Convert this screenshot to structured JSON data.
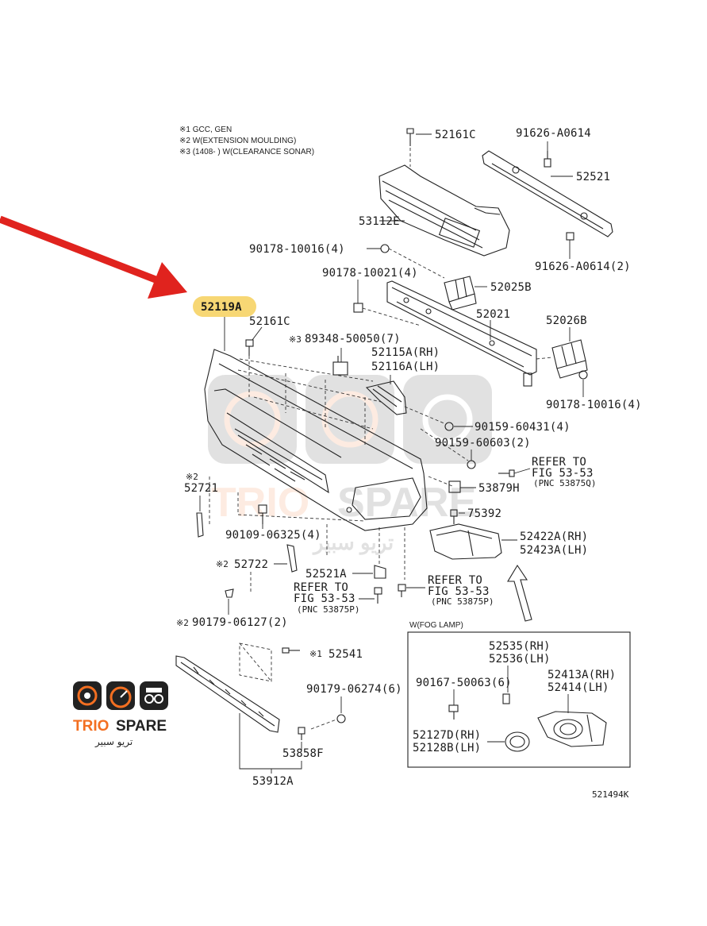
{
  "notes": [
    "※1 GCC, GEN",
    "※2 W(EXTENSION MOULDING)",
    "※3 (1408-        ) W(CLEARANCE SONAR)"
  ],
  "highlight": {
    "label": "52119A",
    "color": "#f7d774"
  },
  "arrow_color": "#e0231e",
  "labels": {
    "l_52161C_top": "52161C",
    "l_91626_A0614": "91626-A0614",
    "l_52521": "52521",
    "l_53112E": "53112E",
    "l_90178_10016_4_a": "90178-10016(4)",
    "l_91626_A0614_2": "91626-A0614(2)",
    "l_90178_10021_4": "90178-10021(4)",
    "l_52025B": "52025B",
    "l_52161C_mid": "52161C",
    "l_52021": "52021",
    "l_52026B": "52026B",
    "l_89348": "89348-50050(7)",
    "l_89348_mark": "※3",
    "l_52115A": "52115A(RH)",
    "l_52116A": "52116A(LH)",
    "l_90178_10016_4_b": "90178-10016(4)",
    "l_90159_60431": "90159-60431(4)",
    "l_90159_60603": "90159-60603(2)",
    "l_refer1_a": "REFER TO",
    "l_refer1_b": "FIG 53-53",
    "l_refer1_c": "(PNC 53875Q)",
    "l_52721_mark": "※2",
    "l_52721": "52721",
    "l_53879H": "53879H",
    "l_75392": "75392",
    "l_90109": "90109-06325(4)",
    "l_52422A": "52422A(RH)",
    "l_52423A": "52423A(LH)",
    "l_52722_mark": "※2",
    "l_52722": "52722",
    "l_52521A": "52521A",
    "l_refer2_a": "REFER TO",
    "l_refer2_b": "FIG 53-53",
    "l_refer2_c": "(PNC 53875P)",
    "l_refer3_a": "REFER TO",
    "l_refer3_b": "FIG 53-53",
    "l_refer3_c": "(PNC 53875P)",
    "l_90179_06127_mark": "※2",
    "l_90179_06127": "90179-06127(2)",
    "l_fog_title": "W(FOG LAMP)",
    "l_52535": "52535(RH)",
    "l_52536": "52536(LH)",
    "l_90167": "90167-50063(6)",
    "l_52413A": "52413A(RH)",
    "l_52414": "52414(LH)",
    "l_52541_mark": "※1",
    "l_52541": "52541",
    "l_90179_06274": "90179-06274(6)",
    "l_52127D": "52127D(RH)",
    "l_52128B": "52128B(LH)",
    "l_53858F": "53858F",
    "l_53912A": "53912A",
    "l_figcode": "521494K"
  },
  "brand": {
    "name_trio": "TRIO",
    "name_spare": "SPARE",
    "arabic": "تريو سبير",
    "color_dark": "#222222",
    "color_orange": "#f36f21"
  }
}
